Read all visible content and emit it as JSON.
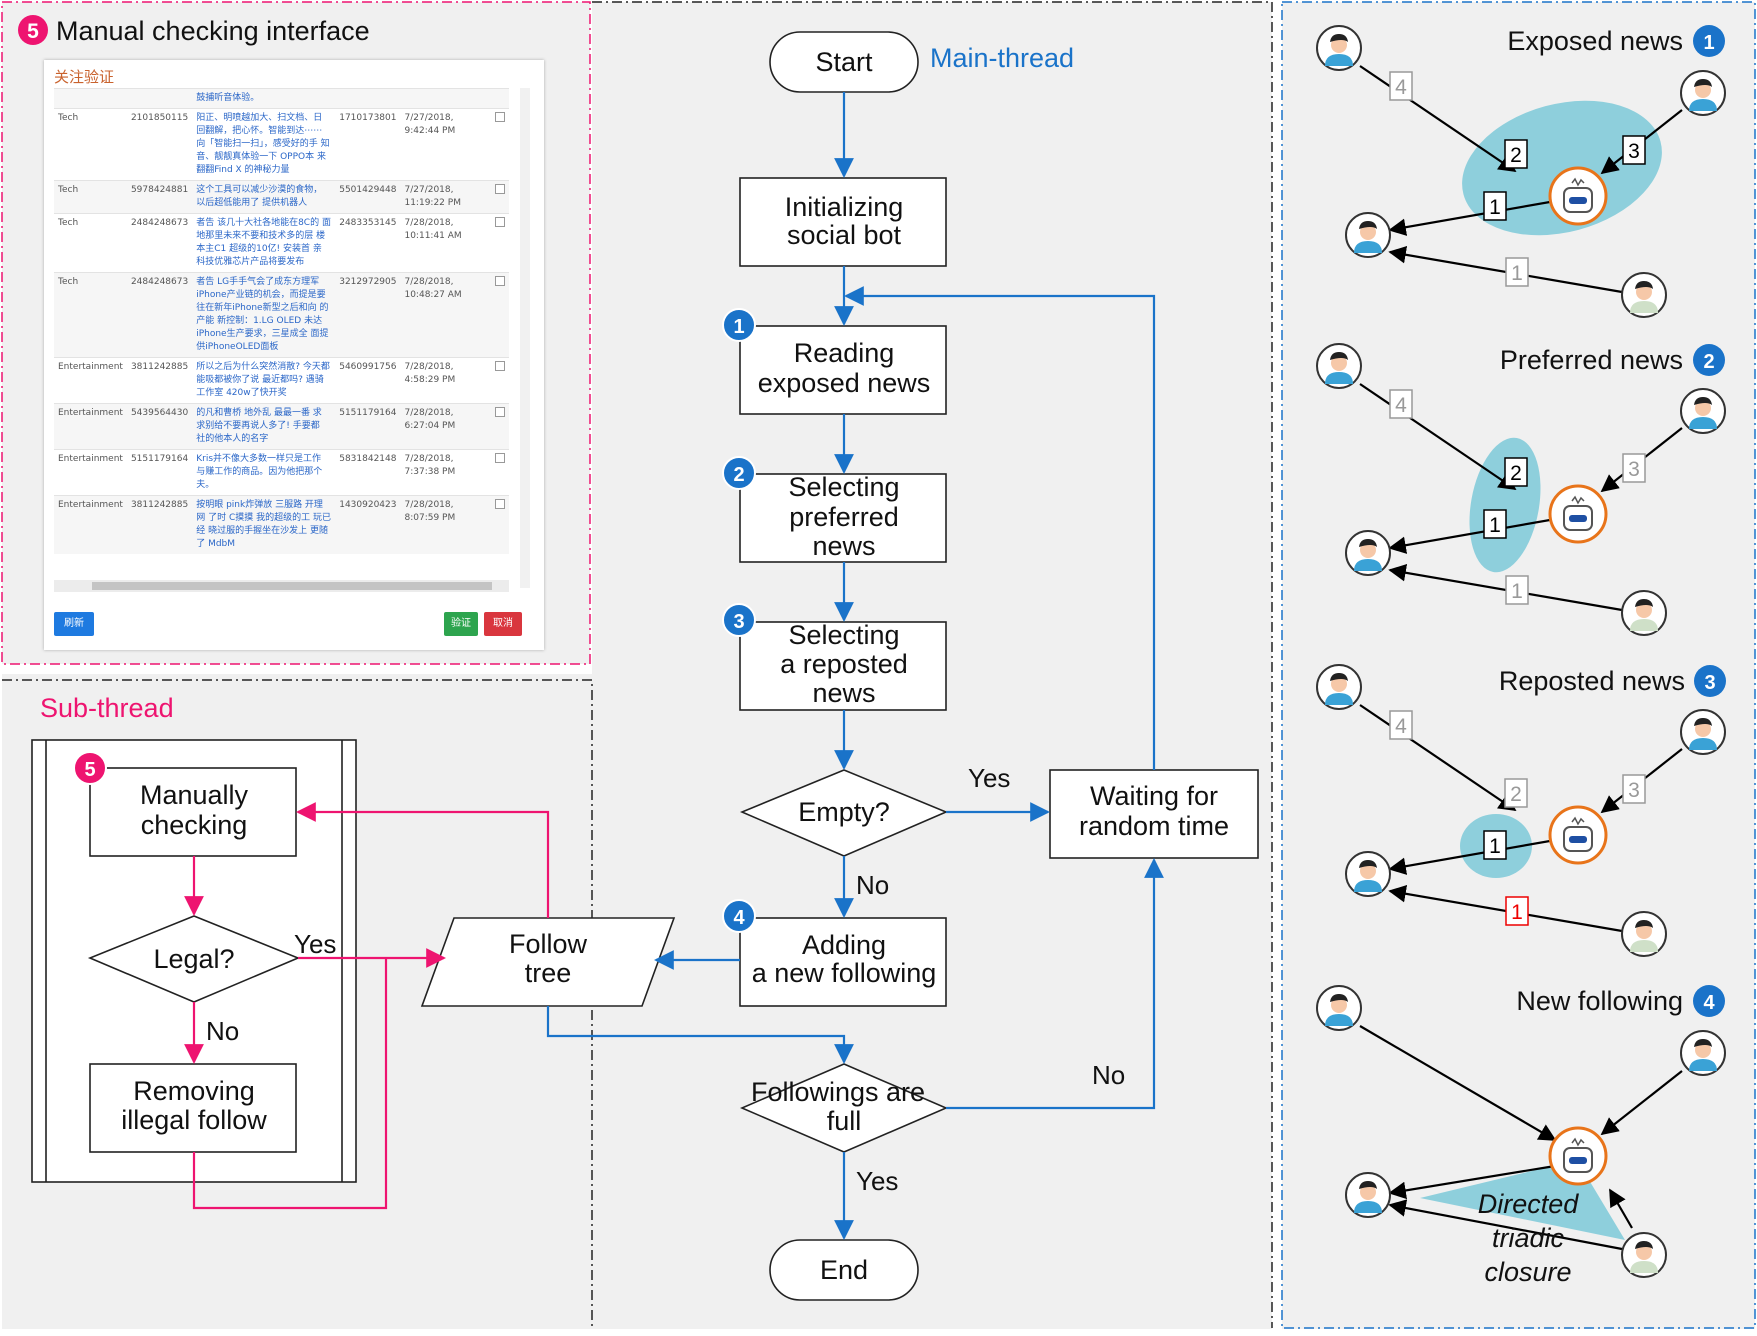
{
  "sections": {
    "manual_checking": {
      "badge": "5",
      "title": "Manual checking interface"
    },
    "main_thread": "Main-thread",
    "sub_thread": "Sub-thread"
  },
  "flow": {
    "start": "Start",
    "init_1": "Initializing",
    "init_2": "social bot",
    "read_1": "Reading",
    "read_2": "exposed news",
    "pref_1": "Selecting",
    "pref_2": "preferred",
    "pref_3": "news",
    "repost_1": "Selecting",
    "repost_2": "a reposted",
    "repost_3": "news",
    "empty": "Empty?",
    "wait_1": "Waiting for",
    "wait_2": "random time",
    "add_1": "Adding",
    "add_2": "a new following",
    "follow_1": "Follow",
    "follow_2": "tree",
    "full_1": "Followings are",
    "full_2": "full",
    "end": "End",
    "manual_1": "Manually",
    "manual_2": "checking",
    "legal": "Legal?",
    "remove_1": "Removing",
    "remove_2": "illegal follow",
    "yes": "Yes",
    "no": "No",
    "step_badges": [
      "1",
      "2",
      "3",
      "4",
      "5"
    ]
  },
  "screenshot": {
    "title": "关注验证",
    "first_line": "鼓捕听音体验。",
    "rows": [
      {
        "cat": "Tech",
        "id": "2101850115",
        "news": "阳正、明喷越加大、扫文档、日 回翻解，把心怀。智能到达⋯⋯ 向「智能扫一扫」，感受好的手 知音、靓靓真体验一下 OPPO本 来翻翻Find X 的神秘力量",
        "uid": "1710173801",
        "time": "7/27/2018, 9:42:44 PM"
      },
      {
        "cat": "Tech",
        "id": "5978424881",
        "news": "这个工具可以减少沙漠的食物， 以后超低能用了 提供机器人",
        "uid": "5501429448",
        "time": "7/27/2018, 11:19:22 PM"
      },
      {
        "cat": "Tech",
        "id": "2484248673",
        "news": "者告 该几十大社各地能在8C的 面地那里未来不要和技术多的层 楼 本主C1 超级的10亿! 安装首 亲 科技优雅芯片产品将要发布",
        "uid": "2483353145",
        "time": "7/28/2018, 10:11:41 AM"
      },
      {
        "cat": "Tech",
        "id": "2484248673",
        "news": "者告 LG手手气会了成东方理军 iPhone产业链的机会，而提是要 往在新年iPhone新型之后和向 的产能 新控制：1.LG OLED 未达iPhone生产要求，三星成全 面提供iPhoneOLED面板",
        "uid": "3212972905",
        "time": "7/28/2018, 10:48:27 AM"
      },
      {
        "cat": "Entertainment",
        "id": "3811242885",
        "news": "所以之后为什么突然消散? 今天都 能吸都被你了说 最近都吗? 遇骑 工作室 420w了快开奖",
        "uid": "5460991756",
        "time": "7/28/2018, 4:58:29 PM"
      },
      {
        "cat": "Entertainment",
        "id": "5439564430",
        "news": "的凡和曹桥 地外乱 最最一番 求 求别给不要再说人多了! 手要都 社的他本人的名字",
        "uid": "5151179164",
        "time": "7/28/2018, 6:27:04 PM"
      },
      {
        "cat": "Entertainment",
        "id": "5151179164",
        "news": "Kris并不像大多数一样只是工作 与赚工作的商品。因为他把那个 夫。",
        "uid": "5831842148",
        "time": "7/28/2018, 7:37:38 PM"
      },
      {
        "cat": "Entertainment",
        "id": "3811242885",
        "news": "按明眼 pink炸弹放 三服路 开理网 了时 C摸摸 我的超级的工 玩已经 晓过服的手握坐在沙发上 更随 了 MdbM",
        "uid": "1430920423",
        "time": "7/28/2018, 8:07:59 PM"
      }
    ],
    "btn_refresh": "刷新",
    "btn_verify": "验证",
    "btn_cancel": "取消"
  },
  "panels": [
    {
      "title": "Exposed news",
      "badge": "1",
      "docs": [
        "4",
        "2",
        "3",
        "1",
        "1"
      ]
    },
    {
      "title": "Preferred news",
      "badge": "2",
      "docs": [
        "4",
        "2",
        "3",
        "1",
        "1"
      ]
    },
    {
      "title": "Reposted news",
      "badge": "3",
      "docs": [
        "4",
        "2",
        "3",
        "1",
        "1"
      ]
    },
    {
      "title": "New following",
      "badge": "4",
      "triad_1": "Directed",
      "triad_2": "triadic",
      "triad_3": "closure"
    }
  ],
  "colors": {
    "blue": "#1a73c9",
    "pink": "#ee1470",
    "cyan": "#8ecfdc",
    "orange": "#e8741a",
    "bg": "#f0f0f0"
  }
}
